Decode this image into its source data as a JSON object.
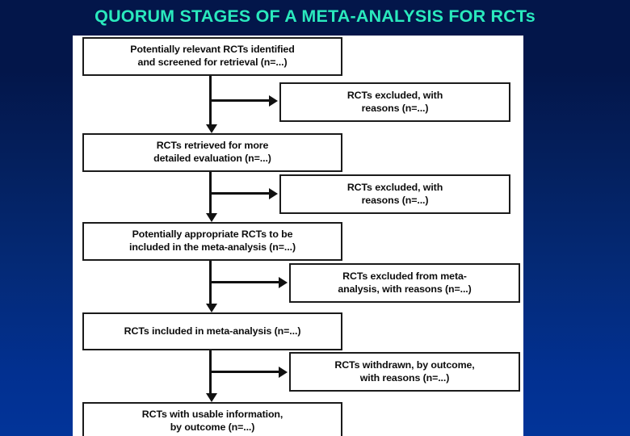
{
  "slide": {
    "title": "QUORUM STAGES OF A META-ANALYSIS FOR RCTs",
    "title_color": "#2ae9bd",
    "background_top_color": "#03164a",
    "background_bottom_color": "#023499",
    "panel_background": "#ffffff"
  },
  "diagram": {
    "type": "flowchart",
    "orientation": "vertical-with-side-exclusions",
    "line_color": "#111111",
    "box_border_color": "#1b1b1b",
    "main_nodes": [
      {
        "id": "n1",
        "text_lines": [
          "Potentially relevant RCTs identified",
          "and screened for retrieval (n=...)"
        ]
      },
      {
        "id": "n2",
        "text_lines": [
          "RCTs retrieved for more",
          "detailed evaluation (n=...)"
        ]
      },
      {
        "id": "n3",
        "text_lines": [
          "Potentially appropriate RCTs to be",
          "included in the meta-analysis (n=...)"
        ]
      },
      {
        "id": "n4",
        "text_lines": [
          "RCTs included in meta-analysis (n=...)"
        ]
      },
      {
        "id": "n5",
        "text_lines": [
          "RCTs with usable information,",
          "by outcome (n=...)"
        ]
      }
    ],
    "side_nodes": [
      {
        "id": "s1",
        "text_lines": [
          "RCTs excluded, with",
          "reasons (n=...)"
        ]
      },
      {
        "id": "s2",
        "text_lines": [
          "RCTs excluded, with",
          "reasons (n=...)"
        ]
      },
      {
        "id": "s3",
        "text_lines": [
          "RCTs excluded from meta-",
          "analysis, with reasons (n=...)"
        ]
      },
      {
        "id": "s4",
        "text_lines": [
          "RCTs withdrawn, by outcome,",
          "with reasons (n=...)"
        ]
      }
    ],
    "edges": [
      {
        "from": "n1",
        "to": "n2",
        "kind": "down"
      },
      {
        "from": "n1",
        "to": "s1",
        "kind": "right"
      },
      {
        "from": "n2",
        "to": "n3",
        "kind": "down"
      },
      {
        "from": "n2",
        "to": "s2",
        "kind": "right"
      },
      {
        "from": "n3",
        "to": "n4",
        "kind": "down"
      },
      {
        "from": "n3",
        "to": "s3",
        "kind": "right"
      },
      {
        "from": "n4",
        "to": "n5",
        "kind": "down"
      },
      {
        "from": "n4",
        "to": "s4",
        "kind": "right"
      }
    ]
  },
  "nodes_text": {
    "n1_l1": "Potentially relevant RCTs identified",
    "n1_l2": "and screened for retrieval (n=...)",
    "n2_l1": "RCTs retrieved for more",
    "n2_l2": "detailed evaluation (n=...)",
    "n3_l1": "Potentially appropriate RCTs to be",
    "n3_l2": "included in the meta-analysis (n=...)",
    "n4_l1": "RCTs included in meta-analysis (n=...)",
    "n5_l1": "RCTs with usable information,",
    "n5_l2": "by outcome (n=...)",
    "s1_l1": "RCTs excluded, with",
    "s1_l2": "reasons (n=...)",
    "s2_l1": "RCTs excluded, with",
    "s2_l2": "reasons (n=...)",
    "s3_l1": "RCTs excluded from meta-",
    "s3_l2": "analysis, with reasons (n=...)",
    "s4_l1": "RCTs withdrawn, by outcome,",
    "s4_l2": "with reasons (n=...)"
  }
}
